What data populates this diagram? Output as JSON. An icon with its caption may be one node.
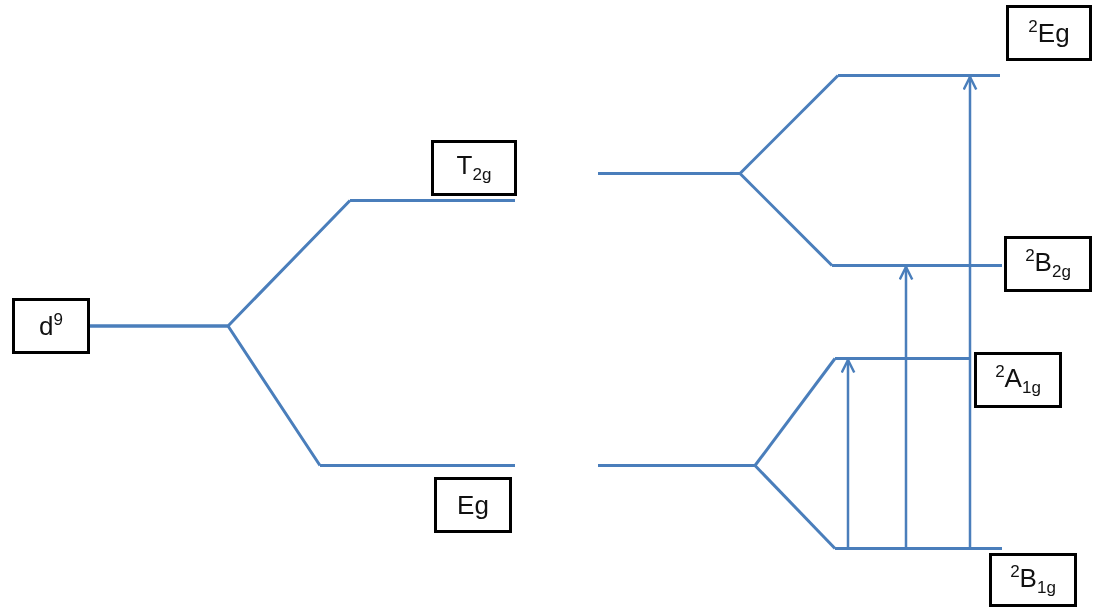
{
  "diagram": {
    "nodes": [
      {
        "text": [
          "$^{2}$Eg"
        ]
      },
      {
        "text": [
          "T$_{2g}$"
        ]
      },
      {
        "text": [
          "$^{2}$B$_{2g}$"
        ]
      },
      {
        "text": [
          "d$^{9}$"
        ]
      },
      {
        "text": [
          "$^{2}$A$_{1g}$"
        ]
      },
      {
        "text": [
          "Eg"
        ]
      },
      {
        "text": [
          "$^{2}$B$_{1g}$"
        ]
      },
      {
        "text": [],
        "shape": "bar"
      },
      {
        "text": [],
        "shape": "bar"
      },
      {
        "text": [],
        "shape": "bar"
      },
      {
        "text": [],
        "shape": "bar"
      },
      {
        "text": [],
        "shape": "bar"
      },
      {
        "text": [],
        "shape": "bar"
      },
      {
        "text": [],
        "shape": "bar"
      },
      {
        "text": [],
        "shape": "bar"
      }
    ],
    "edges": [
      {
        "from": 3,
        "to": 7,
        "arrow": "none"
      },
      {
        "from": 3,
        "to": 8,
        "arrow": "none"
      },
      {
        "from": 9,
        "to": 11,
        "arrow": "none"
      },
      {
        "from": 9,
        "to": 12,
        "arrow": "none"
      },
      {
        "from": 10,
        "to": 13,
        "arrow": "none"
      },
      {
        "from": 10,
        "to": 14,
        "arrow": "none"
      },
      {
        "from": 14,
        "to": 13,
        "arrow": "to"
      },
      {
        "from": 14,
        "to": 12,
        "arrow": "to"
      },
      {
        "from": 14,
        "to": 11,
        "arrow": "to"
      }
    ]
  }
}
